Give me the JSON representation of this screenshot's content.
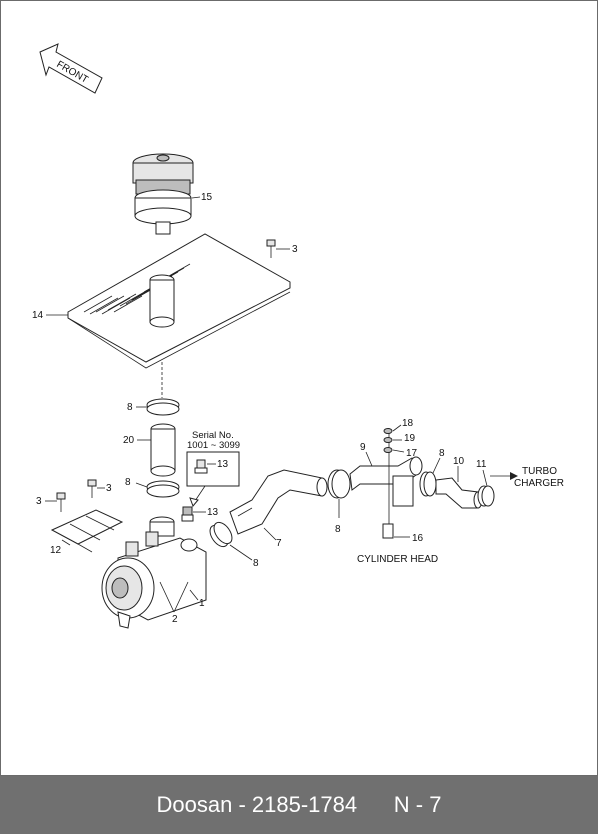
{
  "diagram": {
    "front_label": "FRONT",
    "serial_title": "Serial No.",
    "serial_range": "1001 ~ 3099",
    "turbo_line1": "TURBO",
    "turbo_line2": "CHARGER",
    "cylinder_head": "CYLINDER HEAD",
    "callouts": {
      "c15": "15",
      "c3a": "3",
      "c14": "14",
      "c8a": "8",
      "c20": "20",
      "c13a": "13",
      "c8b": "8",
      "c3b": "3",
      "c3c": "3",
      "c13b": "13",
      "c12": "12",
      "c1": "1",
      "c2": "2",
      "c8c": "8",
      "c7": "7",
      "c9": "9",
      "c8d": "8",
      "c18": "18",
      "c19": "19",
      "c17": "17",
      "c16": "16",
      "c8e": "8",
      "c10": "10",
      "c11": "11"
    }
  },
  "footer": {
    "brand_part": "Doosan - 2185-1784",
    "page": "N - 7"
  },
  "colors": {
    "footer_bg": "#707070",
    "footer_text": "#ffffff",
    "line": "#222222"
  }
}
